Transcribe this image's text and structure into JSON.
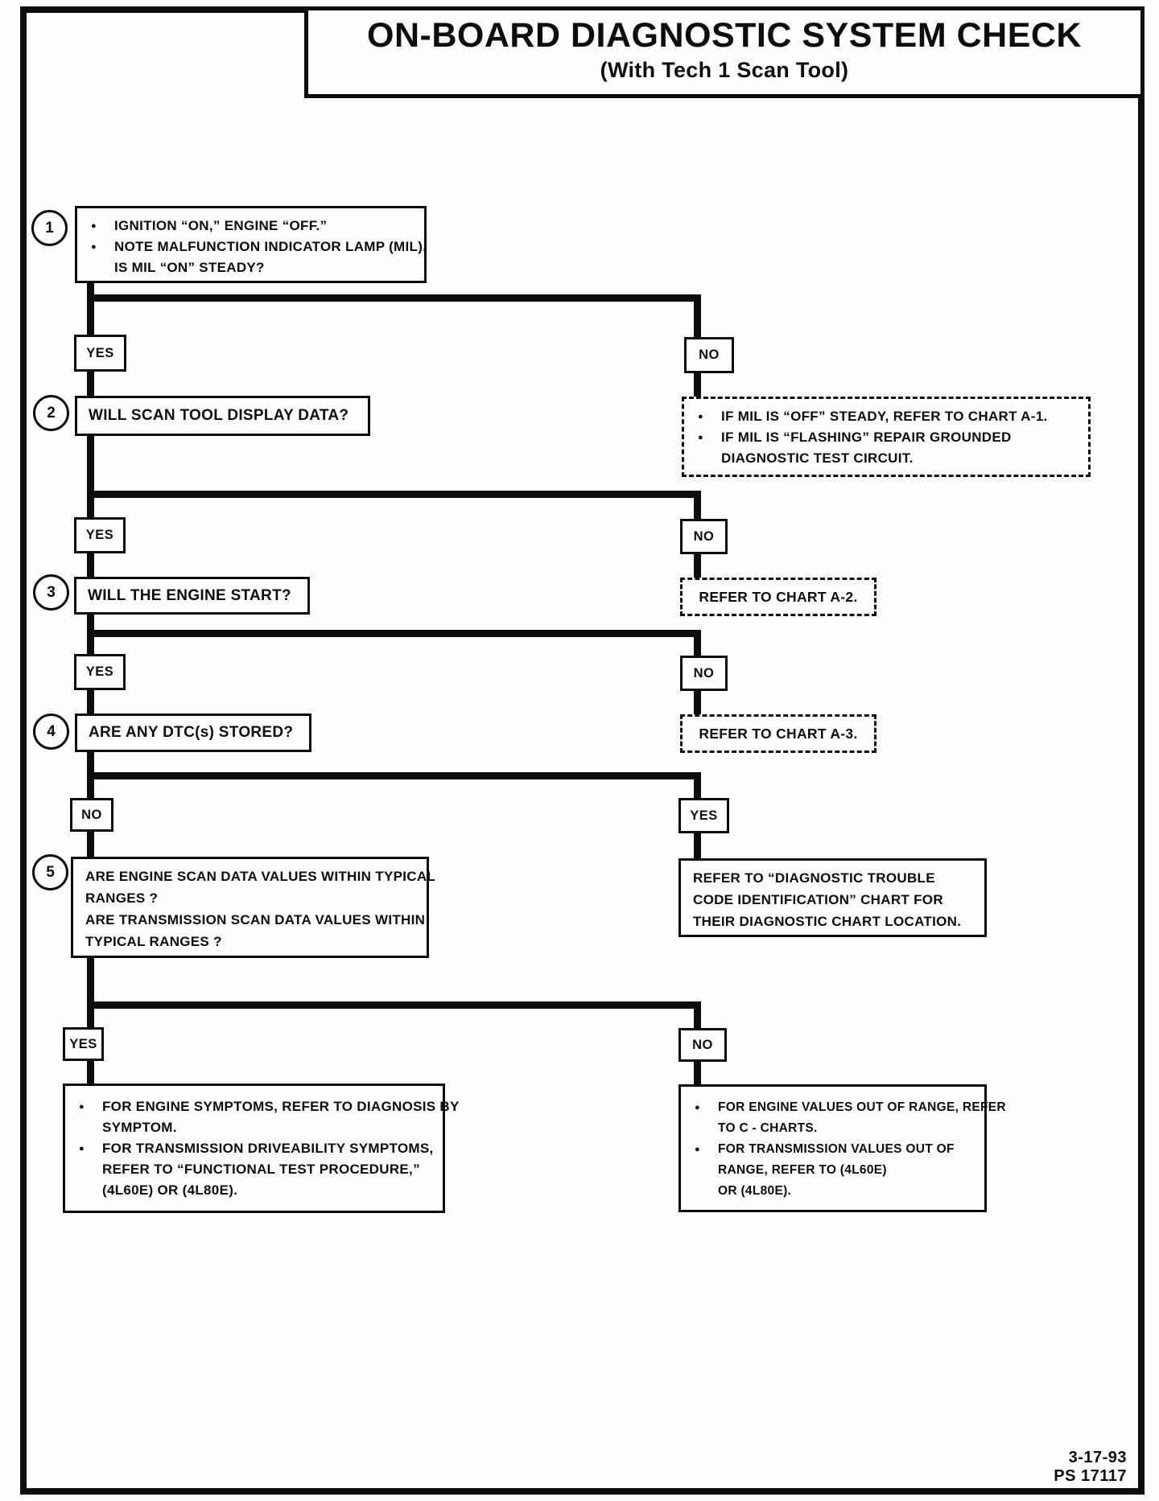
{
  "title": {
    "main": "ON-BOARD DIAGNOSTIC SYSTEM CHECK",
    "sub": "(With Tech 1 Scan Tool)"
  },
  "branches": [
    {
      "left": "YES",
      "right": "NO"
    },
    {
      "left": "YES",
      "right": "NO"
    },
    {
      "left": "YES",
      "right": "NO"
    },
    {
      "left": "NO",
      "right": "YES"
    },
    {
      "left": "YES",
      "right": "NO"
    }
  ],
  "steps": {
    "s1": {
      "num": "1",
      "bullets": [
        {
          "lines": [
            "IGNITION “ON,” ENGINE “OFF.”"
          ]
        },
        {
          "lines": [
            "NOTE MALFUNCTION INDICATOR LAMP (MIL).",
            "IS MIL “ON” STEADY?"
          ]
        }
      ]
    },
    "s2": {
      "num": "2",
      "question": "WILL SCAN TOOL DISPLAY DATA?"
    },
    "s3": {
      "num": "3",
      "question": "WILL THE ENGINE START?"
    },
    "s4": {
      "num": "4",
      "question": "ARE ANY DTC(s) STORED?"
    },
    "s5": {
      "num": "5",
      "lines": [
        "ARE ENGINE SCAN DATA VALUES WITHIN TYPICAL",
        "RANGES ?",
        "ARE TRANSMISSION SCAN DATA VALUES WITHIN",
        "TYPICAL RANGES ?"
      ]
    }
  },
  "results": {
    "r1": {
      "bullets": [
        {
          "lines": [
            "IF MIL IS “OFF” STEADY, REFER TO CHART A-1."
          ]
        },
        {
          "lines": [
            "IF MIL IS “FLASHING” REPAIR GROUNDED",
            "DIAGNOSTIC TEST CIRCUIT."
          ]
        }
      ]
    },
    "r2": {
      "text": "REFER TO CHART A-2."
    },
    "r3": {
      "text": "REFER TO CHART A-3."
    },
    "r4": {
      "lines": [
        "REFER TO “DIAGNOSTIC TROUBLE",
        "CODE IDENTIFICATION” CHART FOR",
        "THEIR DIAGNOSTIC CHART LOCATION."
      ]
    },
    "r5_yes": {
      "bullets": [
        {
          "lines": [
            "FOR ENGINE SYMPTOMS, REFER TO DIAGNOSIS BY",
            "SYMPTOM."
          ]
        },
        {
          "lines": [
            "FOR TRANSMISSION DRIVEABILITY SYMPTOMS,",
            "REFER TO “FUNCTIONAL TEST PROCEDURE,”",
            "(4L60E) OR (4L80E)."
          ]
        }
      ]
    },
    "r5_no": {
      "bullets": [
        {
          "lines": [
            "FOR ENGINE VALUES OUT OF RANGE, REFER",
            "TO C - CHARTS."
          ]
        },
        {
          "lines": [
            "FOR TRANSMISSION VALUES OUT OF",
            "RANGE, REFER TO (4L60E)",
            "OR (4L80E)."
          ]
        }
      ]
    }
  },
  "footer": {
    "date": "3-17-93",
    "doc_id": "PS 17117"
  }
}
